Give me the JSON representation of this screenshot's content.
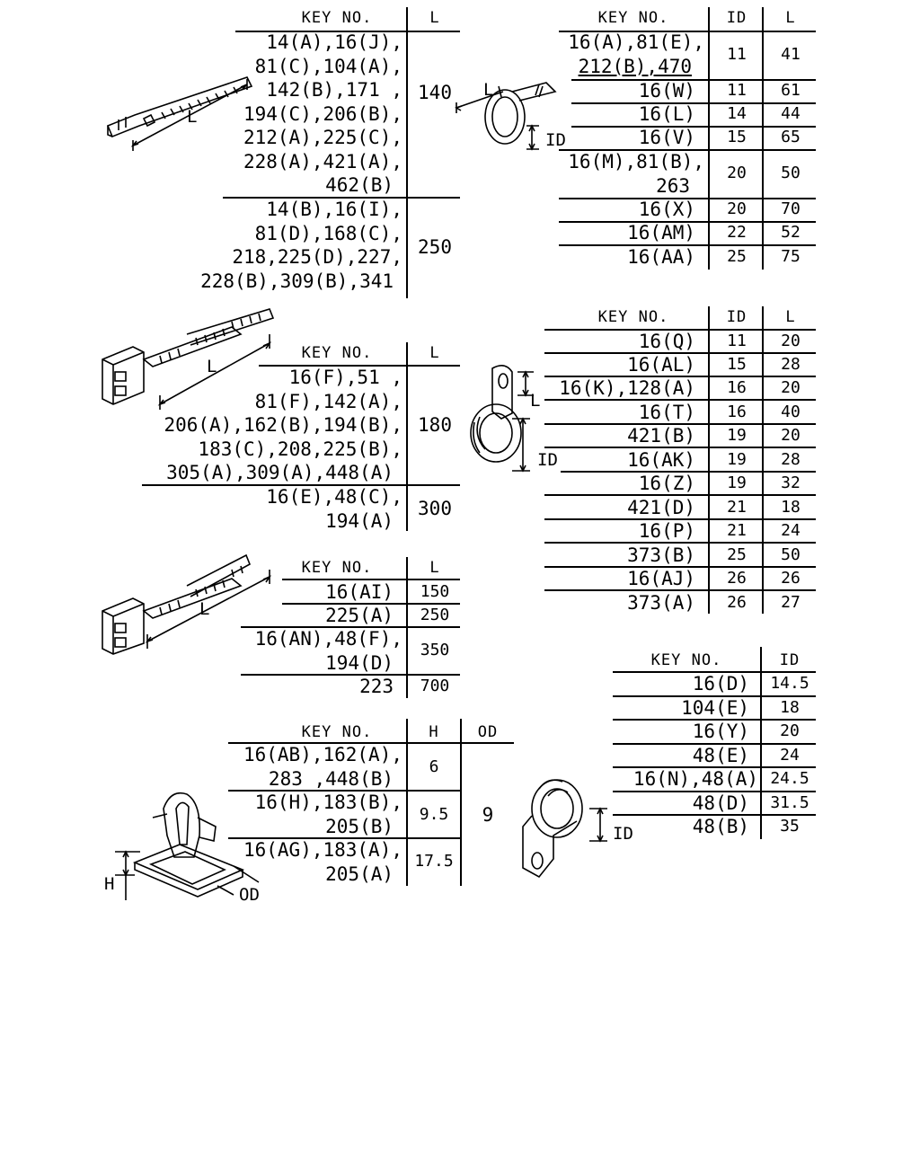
{
  "t1": {
    "h_key": "KEY NO.",
    "h_l": "L",
    "rows": [
      {
        "keys": [
          "14(A),16(J),",
          "81(C),104(A),",
          "142(B),171 ,",
          "194(C),206(B),",
          "212(A),225(C),",
          "228(A),421(A),",
          "462(B)"
        ],
        "l": "140"
      },
      {
        "keys": [
          "14(B),16(I),",
          "81(D),168(C),",
          "218,225(D),227,",
          "228(B),309(B),341"
        ],
        "l": "250"
      }
    ],
    "fig_label": "L"
  },
  "t2": {
    "h_key": "KEY NO.",
    "h_id": "ID",
    "h_l": "L",
    "rows": [
      {
        "keys": [
          "16(A),81(E),",
          "212(B),470"
        ],
        "id": "11",
        "l": "41"
      },
      {
        "keys": [
          "16(W)"
        ],
        "id": "11",
        "l": "61"
      },
      {
        "keys": [
          "16(L)"
        ],
        "id": "14",
        "l": "44"
      },
      {
        "keys": [
          "16(V)"
        ],
        "id": "15",
        "l": "65"
      },
      {
        "keys": [
          "16(M),81(B),",
          "263"
        ],
        "id": "20",
        "l": "50"
      },
      {
        "keys": [
          "16(X)"
        ],
        "id": "20",
        "l": "70"
      },
      {
        "keys": [
          "16(AM)"
        ],
        "id": "22",
        "l": "52"
      },
      {
        "keys": [
          "16(AA)"
        ],
        "id": "25",
        "l": "75"
      }
    ],
    "fig_label_l": "L",
    "fig_label_id": "ID"
  },
  "t3": {
    "h_key": "KEY NO.",
    "h_l": "L",
    "rows": [
      {
        "keys": [
          "16(F),51 ,",
          "81(F),142(A),",
          "206(A),162(B),194(B),",
          "183(C),208,225(B),",
          "305(A),309(A),448(A)"
        ],
        "l": "180"
      },
      {
        "keys": [
          "16(E),48(C),",
          "194(A)"
        ],
        "l": "300"
      }
    ],
    "fig_label": "L"
  },
  "t4": {
    "h_key": "KEY NO.",
    "h_id": "ID",
    "h_l": "L",
    "rows": [
      {
        "keys": [
          "16(Q)"
        ],
        "id": "11",
        "l": "20"
      },
      {
        "keys": [
          "16(AL)"
        ],
        "id": "15",
        "l": "28"
      },
      {
        "keys": [
          "16(K),128(A)"
        ],
        "id": "16",
        "l": "20"
      },
      {
        "keys": [
          "16(T)"
        ],
        "id": "16",
        "l": "40"
      },
      {
        "keys": [
          "421(B)"
        ],
        "id": "19",
        "l": "20"
      },
      {
        "keys": [
          "16(AK)"
        ],
        "id": "19",
        "l": "28"
      },
      {
        "keys": [
          "16(Z)"
        ],
        "id": "19",
        "l": "32"
      },
      {
        "keys": [
          "421(D)"
        ],
        "id": "21",
        "l": "18"
      },
      {
        "keys": [
          "16(P)"
        ],
        "id": "21",
        "l": "24"
      },
      {
        "keys": [
          "373(B)"
        ],
        "id": "25",
        "l": "50"
      },
      {
        "keys": [
          "16(AJ)"
        ],
        "id": "26",
        "l": "26"
      },
      {
        "keys": [
          "373(A)"
        ],
        "id": "26",
        "l": "27"
      }
    ],
    "fig_label_l": "L",
    "fig_label_id": "ID"
  },
  "t5": {
    "h_key": "KEY NO.",
    "h_l": "L",
    "rows": [
      {
        "keys": [
          "16(AI)"
        ],
        "l": "150"
      },
      {
        "keys": [
          "225(A)"
        ],
        "l": "250"
      },
      {
        "keys": [
          "16(AN),48(F),",
          "194(D)"
        ],
        "l": "350"
      },
      {
        "keys": [
          "223"
        ],
        "l": "700"
      }
    ],
    "fig_label": "L"
  },
  "t6": {
    "h_key": "KEY NO.",
    "h_id": "ID",
    "rows": [
      {
        "keys": [
          "16(D)"
        ],
        "id": "14.5"
      },
      {
        "keys": [
          "104(E)"
        ],
        "id": "18"
      },
      {
        "keys": [
          "16(Y)"
        ],
        "id": "20"
      },
      {
        "keys": [
          "48(E)"
        ],
        "id": "24"
      },
      {
        "keys": [
          "16(N),48(A)"
        ],
        "id": "24.5"
      },
      {
        "keys": [
          "48(D)"
        ],
        "id": "31.5"
      },
      {
        "keys": [
          "48(B)"
        ],
        "id": "35"
      }
    ],
    "fig_label_id": "ID"
  },
  "t7": {
    "h_key": "KEY NO.",
    "h_h": "H",
    "h_od": "OD",
    "rows": [
      {
        "keys": [
          "16(AB),162(A),",
          "283 ,448(B)"
        ],
        "h": "6"
      },
      {
        "keys": [
          "16(H),183(B),",
          "205(B)"
        ],
        "h": "9.5"
      },
      {
        "keys": [
          "16(AG),183(A),",
          "205(A)"
        ],
        "h": "17.5"
      }
    ],
    "od": "9",
    "fig_label_h": "H",
    "fig_label_od": "OD"
  }
}
